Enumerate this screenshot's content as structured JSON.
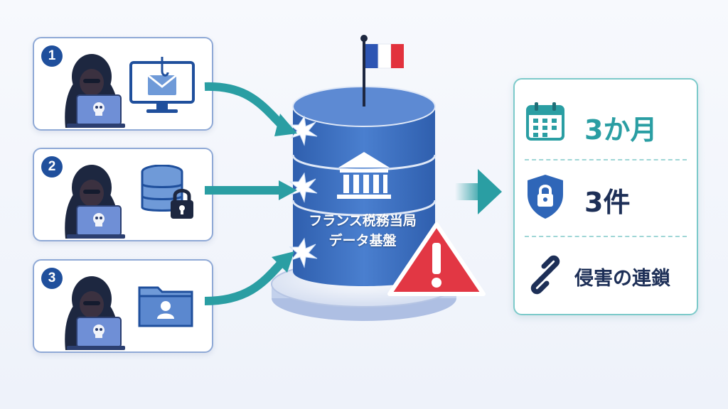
{
  "attacks": [
    {
      "number": "1",
      "icon": "phishing-email-icon"
    },
    {
      "number": "2",
      "icon": "locked-database-icon"
    },
    {
      "number": "3",
      "icon": "user-folder-icon"
    }
  ],
  "database": {
    "label_line1": "フランス税務当局",
    "label_line2": "データ基盤",
    "flag_icon": "france-flag-icon",
    "building_icon": "government-building-icon",
    "warning_icon": "warning-triangle-icon"
  },
  "summary": [
    {
      "icon": "calendar-icon",
      "text": "3か月"
    },
    {
      "icon": "shield-lock-icon",
      "text": "3件"
    },
    {
      "icon": "chain-link-icon",
      "text": "侵害の連鎖"
    }
  ],
  "colors": {
    "navy": "#1f4f9c",
    "teal": "#2a9ea3",
    "db_blue": "#3d6fc0",
    "alert_red": "#e23744",
    "flag_blue": "#2d55b3",
    "flag_red": "#e2323d"
  }
}
